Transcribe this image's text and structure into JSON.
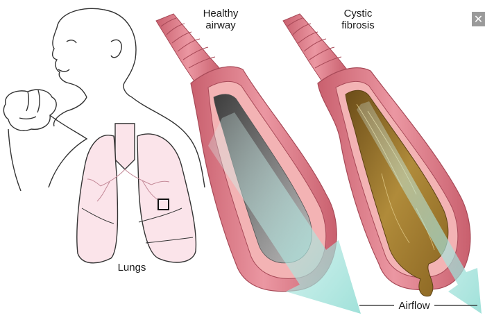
{
  "labels": {
    "healthy_line1": "Healthy",
    "healthy_line2": "airway",
    "cf_line1": "Cystic",
    "cf_line2": "fibrosis",
    "lungs": "Lungs",
    "airflow": "Airflow"
  },
  "controls": {
    "close_glyph": "✕"
  },
  "icons": [
    "close-icon"
  ],
  "colors": {
    "airway_wall": "#e47e8c",
    "airway_inner": "#f3b3b4",
    "mucus": "#a07a2c",
    "airflow_arrow": "#9fe3dc",
    "lung_fill": "#fbe4ea",
    "outline": "#333333"
  }
}
